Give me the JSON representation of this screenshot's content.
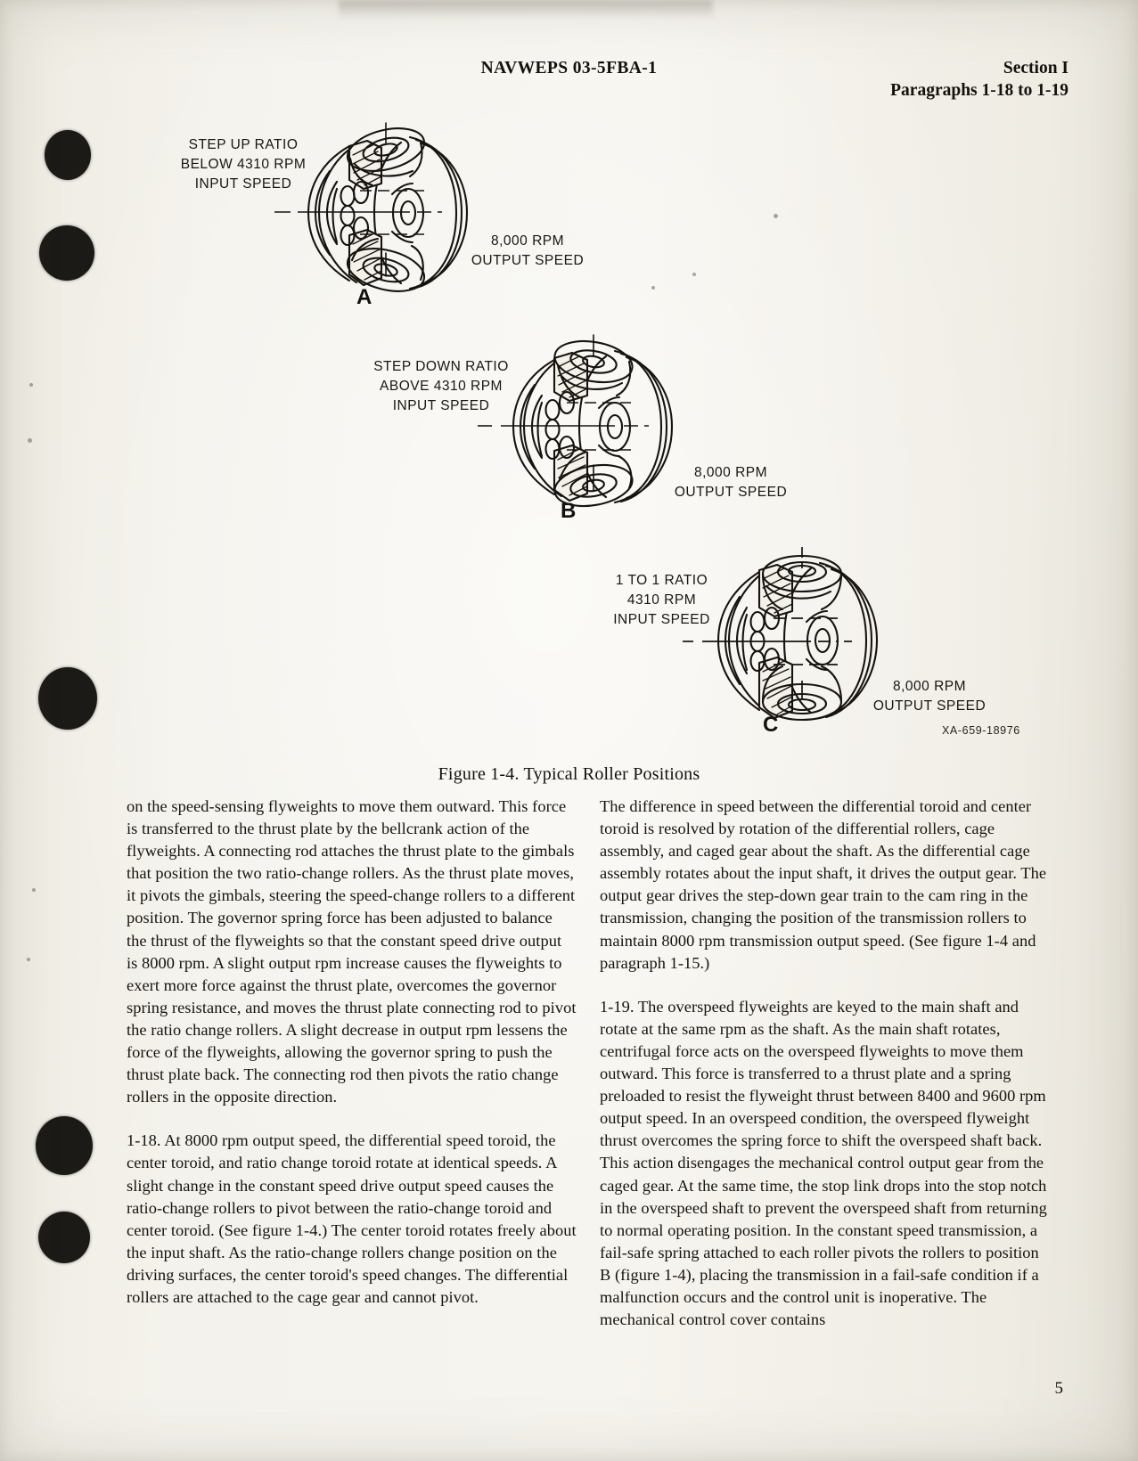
{
  "header": {
    "manual_number": "NAVWEPS 03-5FBA-1",
    "section": "Section I",
    "paragraph_range": "Paragraphs 1-18 to 1-19"
  },
  "figure": {
    "caption": "Figure 1-4. Typical Roller Positions",
    "drawing_number": "XA-659-18976",
    "panels": [
      {
        "letter": "A",
        "input_label": "STEP UP RATIO\nBELOW 4310 RPM\nINPUT SPEED",
        "output_label": "8,000 RPM\nOUTPUT SPEED"
      },
      {
        "letter": "B",
        "input_label": "STEP DOWN RATIO\nABOVE 4310 RPM\nINPUT SPEED",
        "output_label": "8,000 RPM\nOUTPUT SPEED"
      },
      {
        "letter": "C",
        "input_label": "1 TO 1 RATIO\n4310 RPM\nINPUT SPEED",
        "output_label": "8,000 RPM\nOUTPUT SPEED"
      }
    ]
  },
  "body": {
    "left_column": [
      "on the speed-sensing flyweights to move them outward. This force is transferred to the thrust plate by the bellcrank action of the flyweights. A connecting rod attaches the thrust plate to the gimbals that position the two ratio-change rollers. As the thrust plate moves, it pivots the gimbals, steering the speed-change rollers to a different position. The governor spring force has been adjusted to balance the thrust of the flyweights so that the constant speed drive output is 8000 rpm. A slight output rpm increase causes the flyweights to exert more force against the thrust plate, overcomes the governor spring resistance, and moves the thrust plate connecting rod to pivot the ratio change rollers. A slight decrease in output rpm lessens the force of the flyweights, allowing the governor spring to push the thrust plate back. The connecting rod then pivots the ratio change rollers in the opposite direction.",
      "1-18. At 8000 rpm output speed, the differential speed toroid, the center toroid, and ratio change toroid rotate at identical speeds. A slight change in the constant speed drive output speed causes the ratio-change rollers to pivot between the ratio-change toroid and center toroid. (See figure 1-4.) The center toroid rotates freely about the input shaft. As the ratio-change rollers change position on the driving surfaces, the center toroid's speed changes. The differential rollers are attached to the cage gear and cannot pivot."
    ],
    "right_column": [
      "The difference in speed between the differential toroid and center toroid is resolved by rotation of the differential rollers, cage assembly, and caged gear about the shaft. As the differential cage assembly rotates about the input shaft, it drives the output gear. The output gear drives the step-down gear train to the cam ring in the transmission, changing the position of the transmission rollers to maintain 8000 rpm transmission output speed. (See figure 1-4 and paragraph 1-15.)",
      "1-19. The overspeed flyweights are keyed to the main shaft and rotate at the same rpm as the shaft. As the main shaft rotates, centrifugal force acts on the overspeed flyweights to move them outward. This force is transferred to a thrust plate and a spring preloaded to resist the flyweight thrust between 8400 and 9600 rpm output speed. In an overspeed condition, the overspeed flyweight thrust overcomes the spring force to shift the overspeed shaft back. This action disengages the mechanical control output gear from the caged gear. At the same time, the stop link drops into the stop notch in the overspeed shaft to prevent the overspeed shaft from returning to normal operating position. In the constant speed transmission, a fail-safe spring attached to each roller pivots the rollers to position B (figure 1-4), placing the transmission in a fail-safe condition if a malfunction occurs and the control unit is inoperative. The mechanical control cover contains"
    ]
  },
  "page_number": "5"
}
